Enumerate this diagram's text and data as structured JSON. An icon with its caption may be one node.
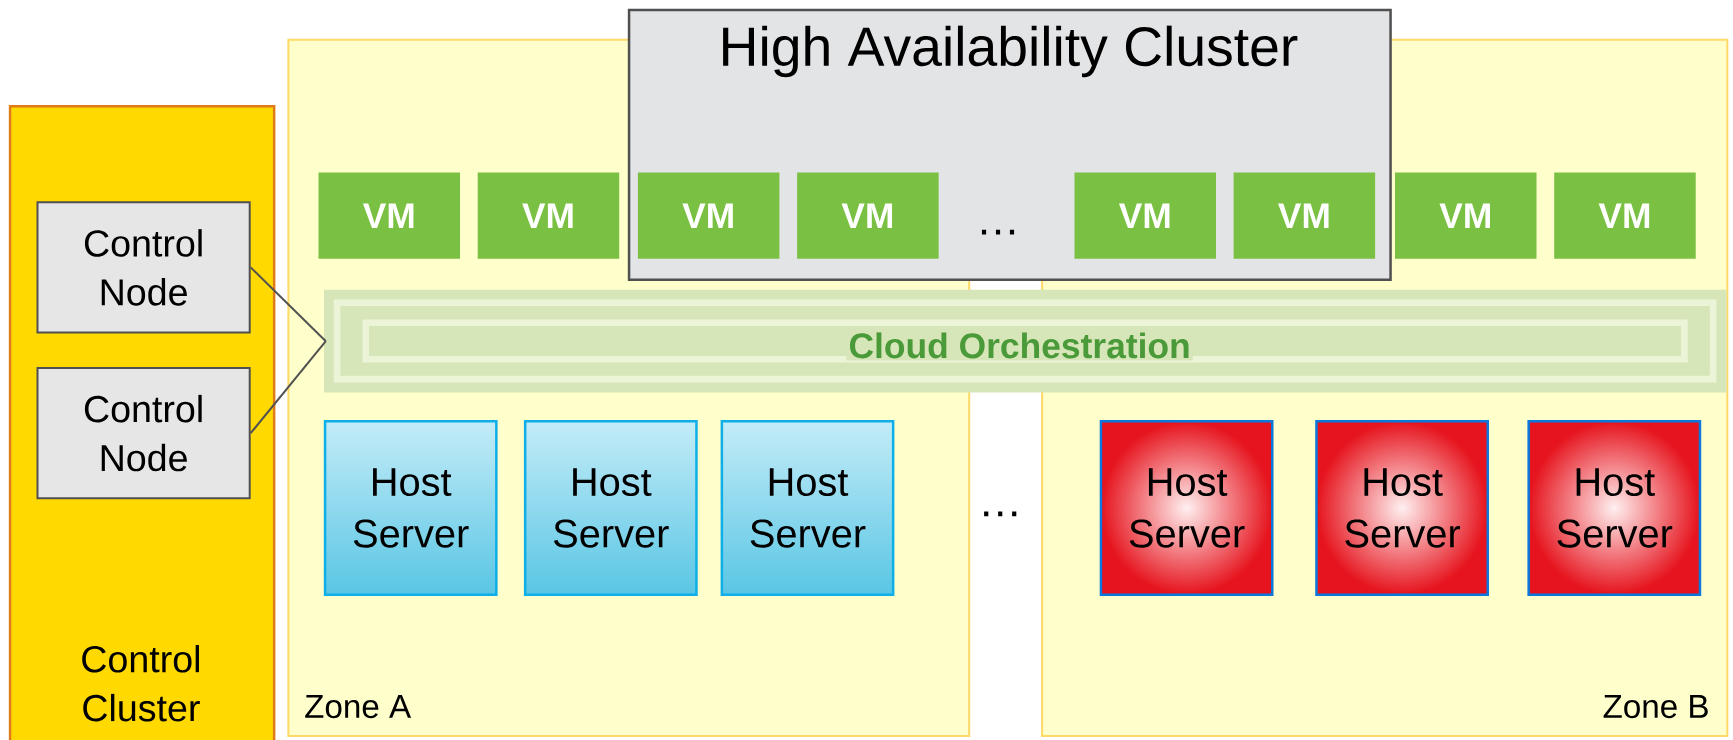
{
  "diagram": {
    "nodes": [
      {
        "text": [
          "Control Cluster"
        ]
      },
      {
        "text": [
          "Control Node"
        ],
        "in": 0
      },
      {
        "text": [
          "Control Node"
        ],
        "in": 0
      },
      {
        "text": [
          "Zone A"
        ]
      },
      {
        "text": [
          "Zone B"
        ]
      },
      {
        "text": [
          "High Availability Cluster"
        ]
      },
      {
        "text": [
          "VM"
        ],
        "in": 3
      },
      {
        "text": [
          "VM"
        ],
        "in": 3
      },
      {
        "text": [
          "VM"
        ]
      },
      {
        "text": [
          "VM"
        ]
      },
      {
        "text": [
          "VM"
        ]
      },
      {
        "text": [
          "VM"
        ]
      },
      {
        "text": [
          "VM"
        ],
        "in": 4
      },
      {
        "text": [
          "VM"
        ],
        "in": 4
      },
      {
        "text": [
          "Cloud Orchestration"
        ]
      },
      {
        "text": [
          "Host Server"
        ],
        "in": 3
      },
      {
        "text": [
          "Host Server"
        ],
        "in": 3
      },
      {
        "text": [
          "Host Server"
        ],
        "in": 3
      },
      {
        "text": [
          "Host Server"
        ],
        "in": 4
      },
      {
        "text": [
          "Host Server"
        ],
        "in": 4
      },
      {
        "text": [
          "Host Server"
        ],
        "in": 4
      }
    ],
    "edges": [
      {
        "from": 1,
        "to": 14,
        "arrow": "none"
      },
      {
        "from": 2,
        "to": 14,
        "arrow": "none"
      }
    ],
    "labels": [
      "…",
      "…"
    ]
  }
}
